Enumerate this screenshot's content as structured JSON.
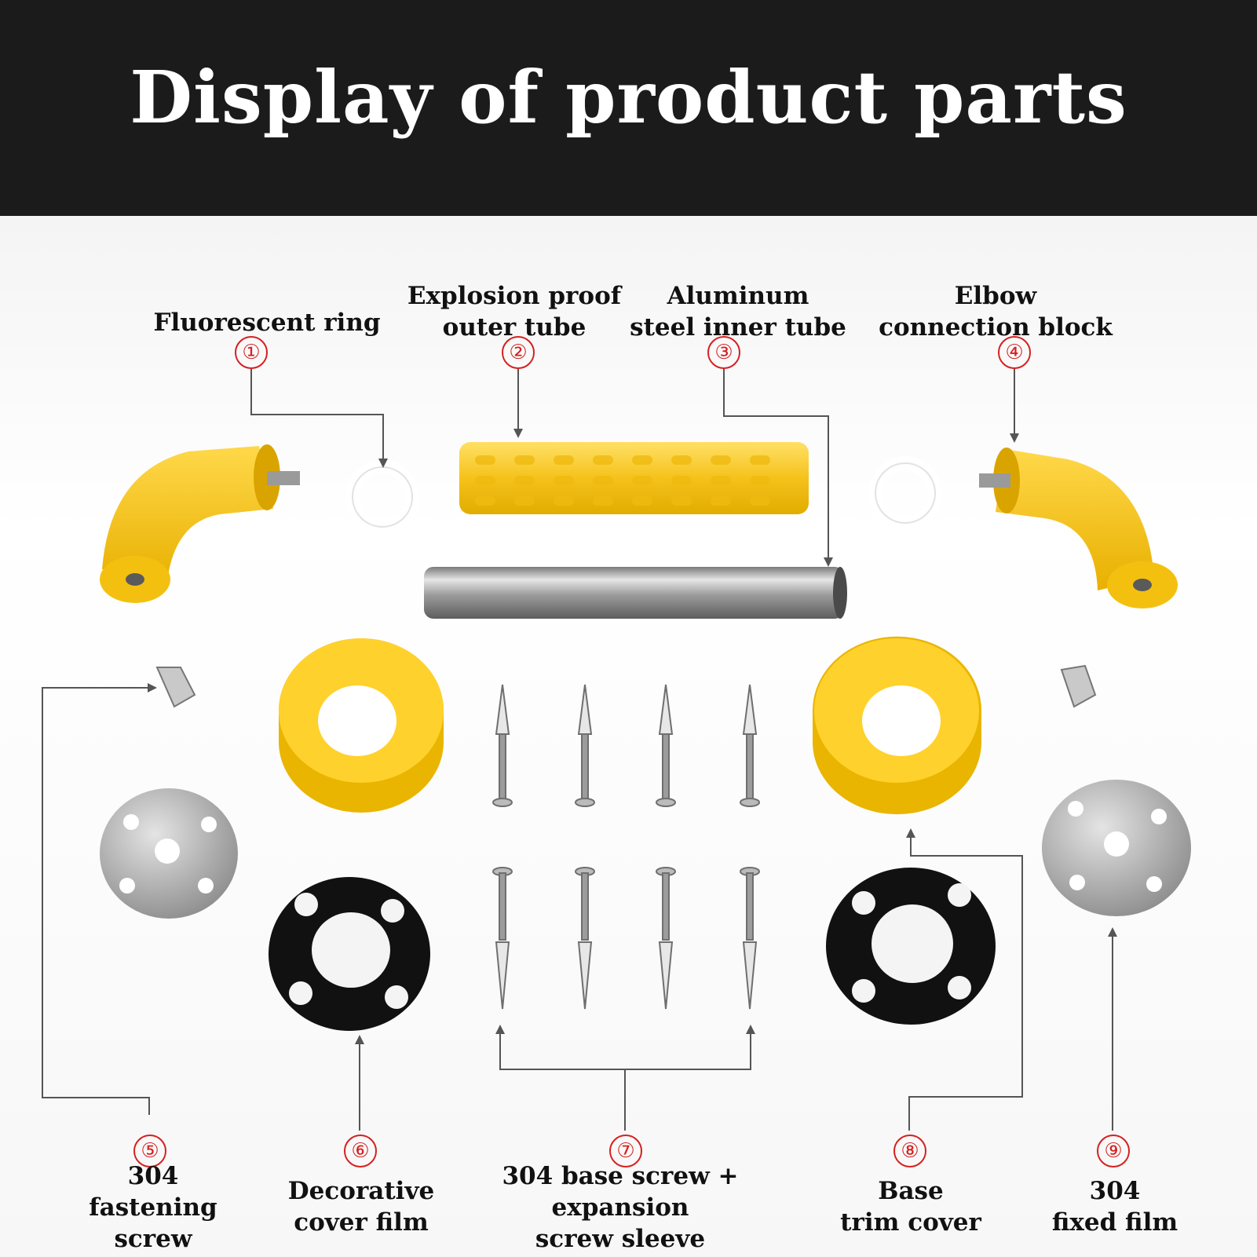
{
  "header": {
    "title": "Display of product parts"
  },
  "parts": [
    {
      "number": "①",
      "lines": [
        "Fluorescent ring"
      ]
    },
    {
      "number": "②",
      "lines": [
        "Explosion proof",
        "outer tube"
      ]
    },
    {
      "number": "③",
      "lines": [
        "Aluminum",
        "steel inner tube"
      ]
    },
    {
      "number": "④",
      "lines": [
        "Elbow",
        "connection block"
      ]
    },
    {
      "number": "⑤",
      "lines": [
        "304",
        "fastening",
        "screw"
      ]
    },
    {
      "number": "⑥",
      "lines": [
        "Decorative",
        "cover film"
      ]
    },
    {
      "number": "⑦",
      "lines": [
        "304 base screw +",
        "expansion",
        "screw sleeve"
      ]
    },
    {
      "number": "⑧",
      "lines": [
        "Base",
        "trim cover"
      ]
    },
    {
      "number": "⑨",
      "lines": [
        "304",
        "fixed film"
      ]
    }
  ],
  "colors": {
    "header_bg": "#1b1b1b",
    "accent_yellow": "#f5c21b",
    "callout_red": "#d62020",
    "steel": "#b9b9b9",
    "rubber": "#111111"
  }
}
